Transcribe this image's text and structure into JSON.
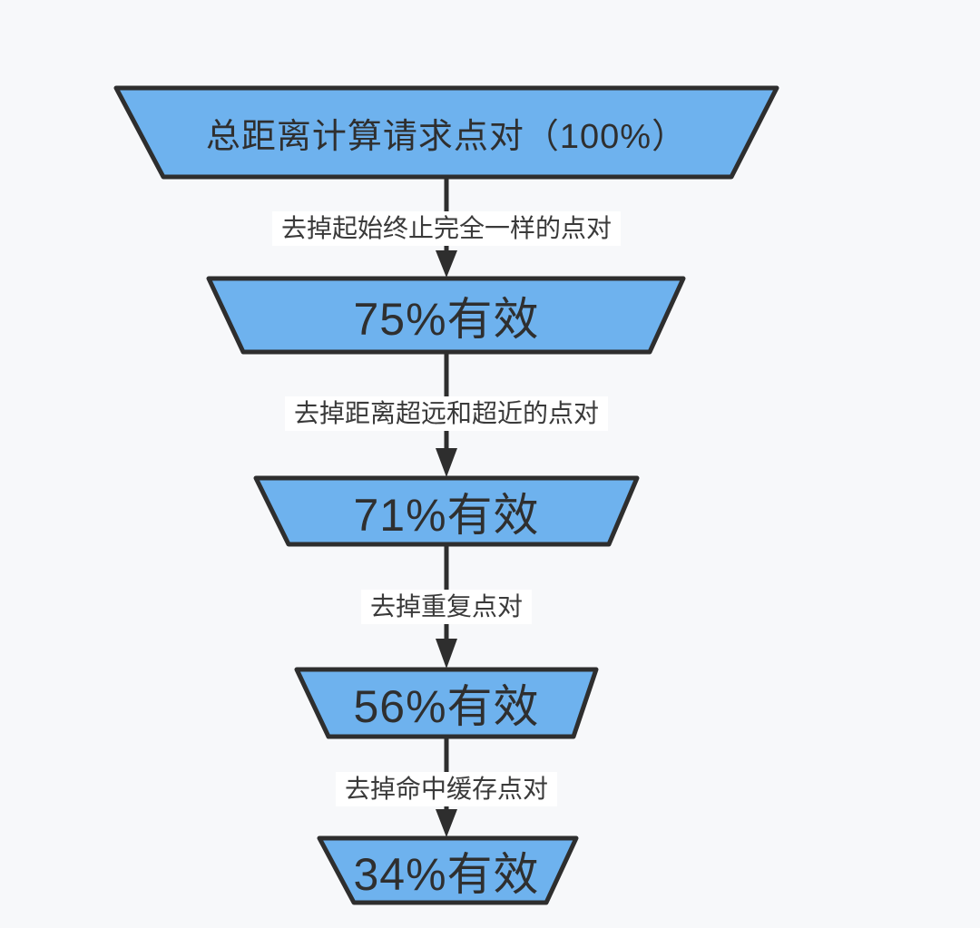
{
  "page": {
    "background_color": "#F7F8FA"
  },
  "funnel": {
    "style": {
      "stage_fill_color": "#6EB2EE",
      "stage_border_color": "#2E2E2E",
      "stage_text_color": "#2F2F2F",
      "arrow_color": "#2E2E2E",
      "edge_label_background": "#FFFFFF",
      "edge_label_text_color": "#3A3A3A"
    },
    "stages": [
      {
        "label": "总距离计算请求点对（100%）",
        "value_pct": 100
      },
      {
        "label": "75%有效",
        "value_pct": 75
      },
      {
        "label": "71%有效",
        "value_pct": 71
      },
      {
        "label": "56%有效",
        "value_pct": 56
      },
      {
        "label": "34%有效",
        "value_pct": 34
      }
    ],
    "transitions": [
      {
        "label": "去掉起始终止完全一样的点对"
      },
      {
        "label": "去掉距离超远和超近的点对"
      },
      {
        "label": "去掉重复点对"
      },
      {
        "label": "去掉命中缓存点对"
      }
    ]
  }
}
